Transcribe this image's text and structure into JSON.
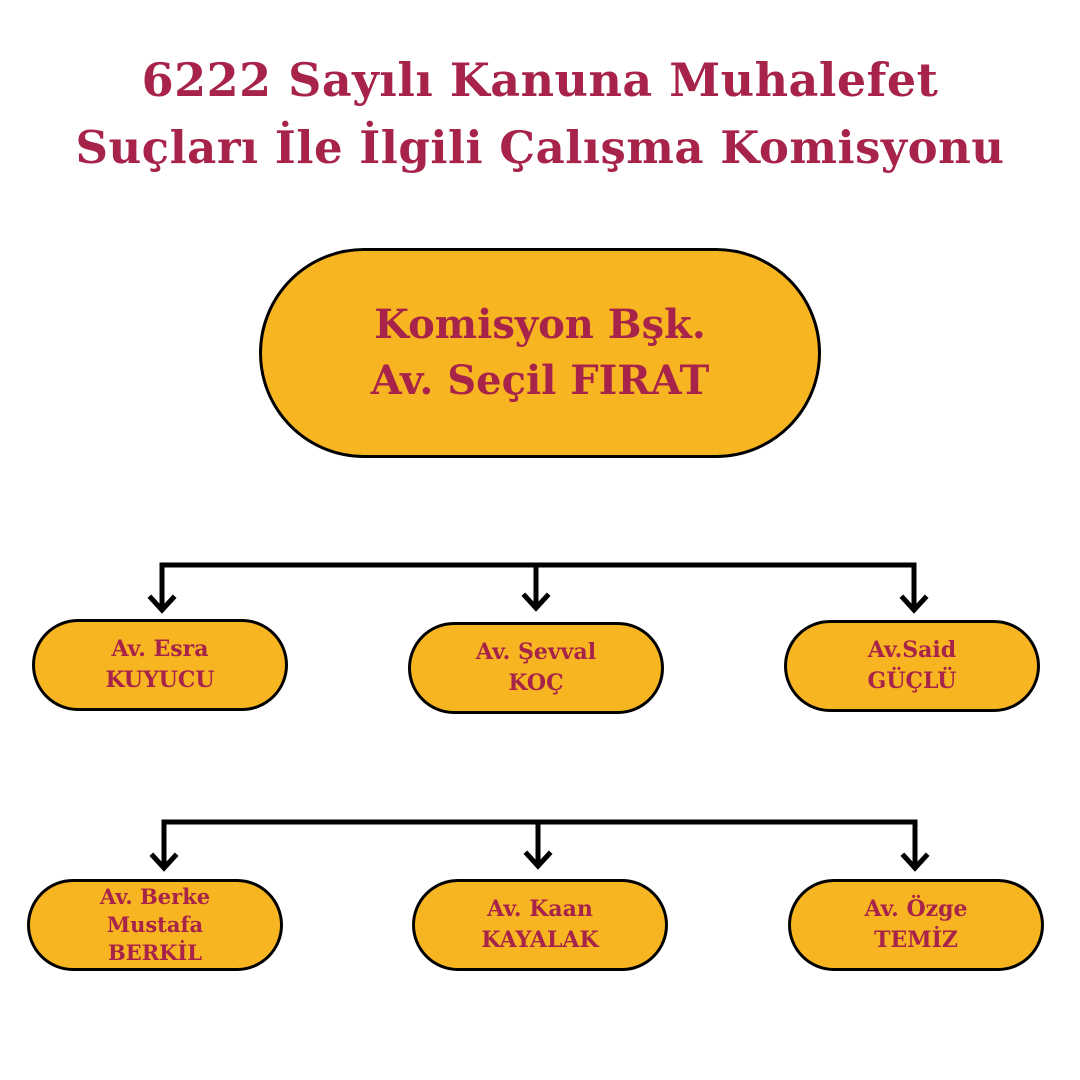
{
  "title": {
    "line1": "6222 Sayılı Kanuna Muhalefet",
    "line2": "Suçları İle İlgili Çalışma Komisyonu"
  },
  "root": {
    "line1": "Komisyon Bşk.",
    "line2": "Av. Seçil FIRAT"
  },
  "members": [
    {
      "lines": [
        "Av. Esra",
        "KUYUCU"
      ]
    },
    {
      "lines": [
        "Av. Şevval",
        "KOÇ"
      ]
    },
    {
      "lines": [
        "Av.Said",
        "GÜÇLÜ"
      ]
    },
    {
      "lines": [
        "Av. Berke",
        "Mustafa",
        "BERKİL"
      ]
    },
    {
      "lines": [
        "Av. Kaan",
        "KAYALAK"
      ]
    },
    {
      "lines": [
        "Av. Özge",
        "TEMİZ"
      ]
    }
  ],
  "colors": {
    "text": "#a8234a",
    "box_fill": "#f6b521",
    "outline": "#000000"
  }
}
